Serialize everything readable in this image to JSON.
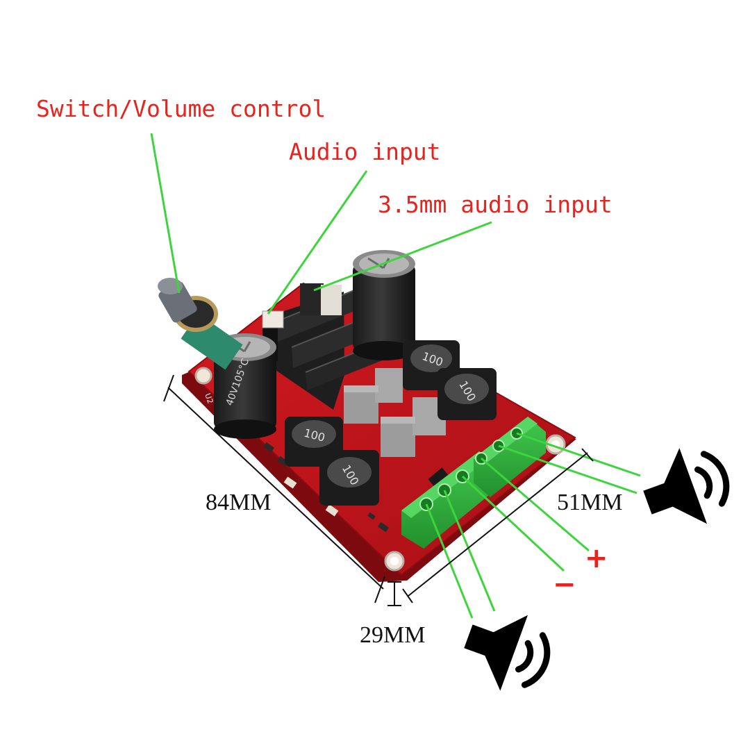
{
  "labels": {
    "switch_volume": "Switch/Volume control",
    "audio_input": "Audio input",
    "audio_35mm": "3.5mm audio input",
    "length": "84MM",
    "width": "51MM",
    "height": "29MM",
    "plus": "+",
    "minus": "−"
  },
  "component_markings": {
    "inductor": "100",
    "capacitor": "40V105°C",
    "board_ref": "U2"
  },
  "colors": {
    "label_red": "#e8231d",
    "leader_green": "#3cd63c",
    "pcb_red": "#c8161c",
    "terminal_green": "#2fae3c",
    "heatsink": "#1c1c1c"
  },
  "icons": [
    "speaker-icon",
    "speaker-icon"
  ]
}
